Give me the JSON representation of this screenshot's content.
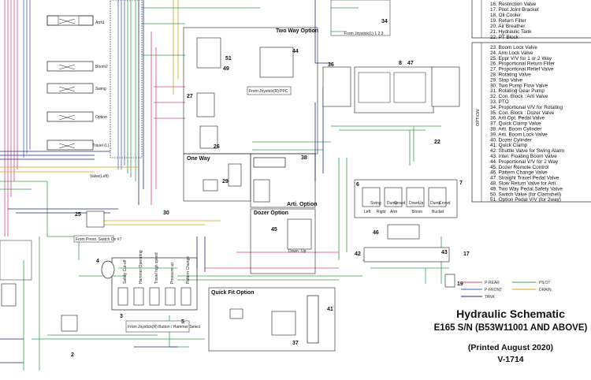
{
  "title": {
    "line1": "Hydraulic Schematic",
    "line2": "E165 S/N (B53W11001 AND ABOVE)",
    "line3": "(Printed August 2020)",
    "line4": "V-1714"
  },
  "legend_top": [
    "16. Restriction Valve",
    "17. Pilot Joint Bracket",
    "18. Oil Cooler",
    "19. Return Filter",
    "20. Air Breather",
    "21. Hydraulic Tank",
    "22. PT Block"
  ],
  "legend_option": [
    "23. Boom Lock Valve",
    "24. Arm Lock Valve",
    "25. Eppr V/V for 1 or 2 Way",
    "26. Proportional Return Filter",
    "27. Proportional Relief Valve",
    "28. Rotating Valve",
    "29. Stop Valve",
    "30. Two Pump Flow Valve",
    "31. Rotating Gear Pump",
    "32. Con. Block : Arti Valve",
    "33. PTO",
    "34. Proportional V/V for Rotating",
    "35. Con. Block : Dozer Valve",
    "36. Arti Opt. Pedal Valve",
    "37. Quick Clamp Valve",
    "38. Arti. Boom Cylinder",
    "39. Arti. Boom Lock Valve",
    "40. Dozer Cylinder",
    "41. Quick Clamp",
    "42. Shuttle Valve for Swing Alarm",
    "43. Intel. Floating Boom Valve",
    "44. Proportional V/V for 2 Way",
    "45. Dozer Remote Control",
    "46. Pattern Change Valve",
    "47. Straight Travel Pedal Valve",
    "48. Slow Return Valve for Arti.",
    "49. Two Way Pedal Safety Valve",
    "50. Switch Valve (for Clamshell)",
    "51. Option Pedal V/V (for 2way)"
  ],
  "option_side_label": "OPTION",
  "line_legend": [
    {
      "label": "P-REAR",
      "color": "#e0457a"
    },
    {
      "label": "P-FRONT",
      "color": "#3a62c8"
    },
    {
      "label": "TANK",
      "color": "#1b2a80"
    },
    {
      "label": "PILOT",
      "color": "#3aa050"
    },
    {
      "label": "DRAIN",
      "color": "#d4a017"
    }
  ],
  "boxes": {
    "two_way": "Two Way Option",
    "one_way": "One Way",
    "arti": "Arti. Option",
    "dozer": "Dozer Option",
    "quick_fit": "Quick Fit Option"
  },
  "spool_labels": [
    "Arm1",
    "Boom2",
    "Swing",
    "Option",
    "Travel (L)"
  ],
  "valve_left": "Valve(Left)",
  "pedal_labels": [
    "Swing",
    "Dump",
    "Crowd",
    "Down",
    "Up",
    "Dump",
    "Crowd"
  ],
  "pedal_sub": [
    "Left",
    "Right",
    "Arm",
    "Boom",
    "Bucket"
  ],
  "sol_labels": [
    "Safety Cut-off",
    "Hammer Operating",
    "Travel high speed",
    "Pressure up",
    "Pattern Change"
  ],
  "component_numbers": [
    "2",
    "3",
    "4",
    "5",
    "6",
    "7",
    "8",
    "17",
    "19",
    "22",
    "25",
    "26",
    "27",
    "29",
    "30",
    "34",
    "36",
    "37",
    "38",
    "41",
    "42",
    "43",
    "44",
    "45",
    "46",
    "47",
    "49",
    "51"
  ],
  "notes": {
    "hammer": "From Joystick(R) Button / Hammer Select",
    "press_switch": "From Press. Switch On #7",
    "joystick_ppc": "From Joystick(R) PPC",
    "joystick_l": "From Joystick(L) 1 2 3"
  }
}
